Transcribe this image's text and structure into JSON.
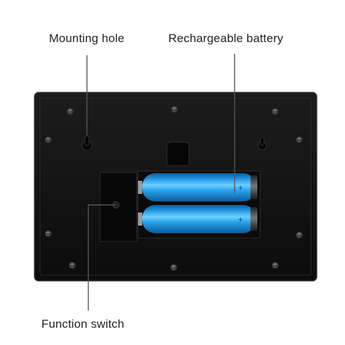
{
  "callouts": {
    "mounting_hole": "Mounting hole",
    "rechargeable_battery": "Rechargeable battery",
    "function_switch": "Function switch"
  },
  "colors": {
    "housing": "#111111",
    "battery_blue": "#1b9ce8",
    "leader_line": "#555555",
    "background": "#ffffff"
  }
}
